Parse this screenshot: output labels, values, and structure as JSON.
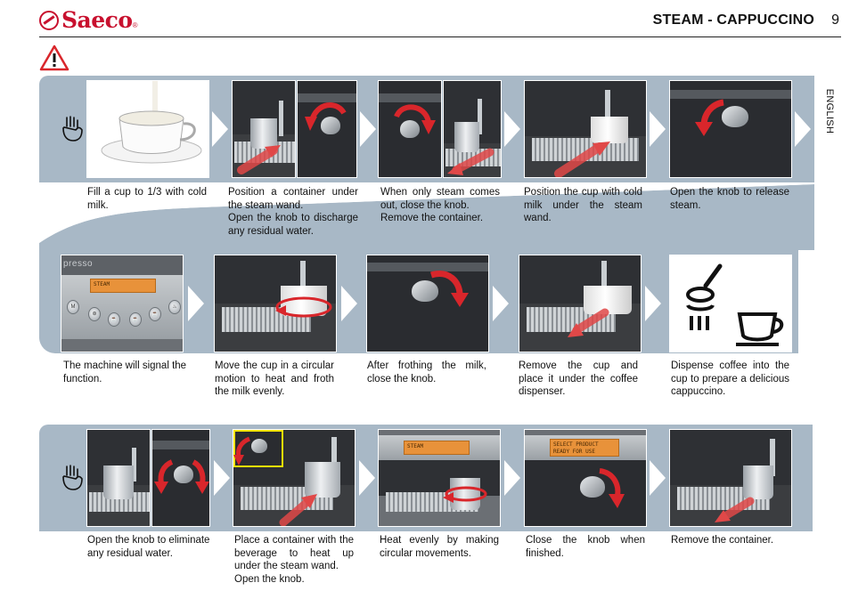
{
  "header": {
    "brand": "Saeco",
    "brand_reg": "®",
    "title": "STEAM - CAPPUCCINO",
    "page_number": "9",
    "language_tab": "ENGLISH"
  },
  "icons": {
    "warning": "warning-triangle-icon",
    "hand": "hand-touch-icon",
    "coffee": "coffee-dispense-icon"
  },
  "colors": {
    "brand_red": "#c8102e",
    "band_gray_blue": "#a8b8c6",
    "arrow_red": "#d9262b",
    "display_orange": "#e8923a",
    "highlight_yellow": "#f5e400"
  },
  "row1": [
    {
      "lines": [
        "Fill a cup to 1/3 with cold milk."
      ]
    },
    {
      "lines": [
        "Position a container under the steam wand.",
        "Open the knob to discharge any residual water."
      ]
    },
    {
      "lines": [
        "When only steam comes out, close the knob.",
        "Remove the container."
      ]
    },
    {
      "lines": [
        "Position the cup with cold milk under the steam wand."
      ]
    },
    {
      "lines": [
        "Open the knob to release steam."
      ]
    }
  ],
  "row2": [
    {
      "lines": [
        "The machine will signal the function."
      ]
    },
    {
      "lines": [
        "Move the cup in a circular motion to heat and froth the milk evenly."
      ]
    },
    {
      "lines": [
        "After frothing the milk, close the knob."
      ]
    },
    {
      "lines": [
        "Remove the cup and place it under the coffee dispenser."
      ]
    },
    {
      "lines": [
        "Dispense coffee into the cup to prepare a delicious cappuccino."
      ]
    }
  ],
  "row3": [
    {
      "lines": [
        "Open the knob to eliminate any residual water."
      ]
    },
    {
      "lines": [
        "Place a container with the beverage to heat up under the steam wand.",
        "Open the knob."
      ]
    },
    {
      "lines": [
        "Heat evenly by making circular movements."
      ]
    },
    {
      "lines": [
        "Close the knob when finished."
      ]
    },
    {
      "lines": [
        "Remove the container."
      ]
    }
  ],
  "displays": {
    "steam": "STEAM",
    "ready": "SELECT PRODUCT\nREADY FOR USE",
    "brand_fragment": "presso"
  },
  "button_labels": [
    "M",
    "⊛",
    "☕",
    "☕",
    "☕",
    "♨"
  ]
}
